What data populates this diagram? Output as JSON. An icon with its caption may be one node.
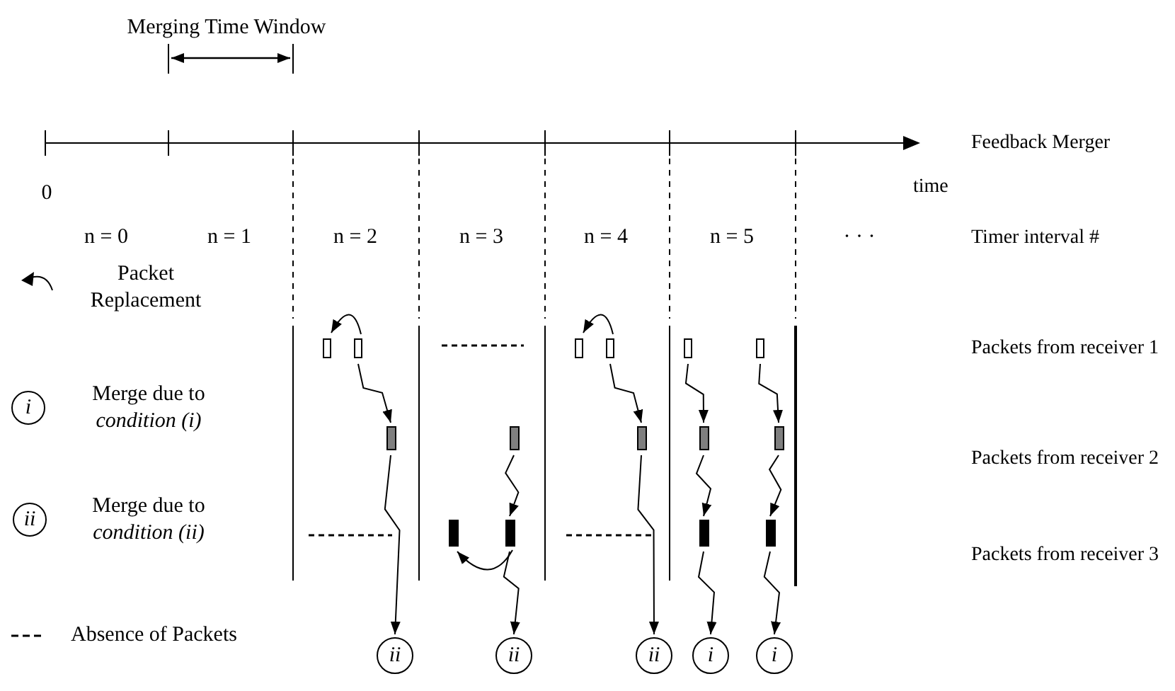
{
  "diagram": {
    "nodes": [
      {
        "text": [
          "i"
        ]
      },
      {
        "text": [
          "ii"
        ]
      },
      {
        "text": [],
        "shape": "box"
      },
      {
        "text": [],
        "shape": "box"
      },
      {
        "text": [],
        "shape": "box"
      },
      {
        "text": [],
        "shape": "box"
      },
      {
        "text": [],
        "shape": "box"
      },
      {
        "text": [],
        "shape": "box"
      },
      {
        "text": [],
        "shape": "box"
      },
      {
        "text": [],
        "shape": "box"
      },
      {
        "text": [],
        "shape": "box"
      },
      {
        "text": [],
        "shape": "box"
      },
      {
        "text": [],
        "shape": "box"
      },
      {
        "text": [],
        "shape": "box"
      },
      {
        "text": [],
        "shape": "box"
      },
      {
        "text": [],
        "shape": "box"
      },
      {
        "text": [],
        "shape": "box"
      },
      {
        "text": [
          "ii"
        ]
      },
      {
        "text": [
          "ii"
        ]
      },
      {
        "text": [
          "ii"
        ]
      },
      {
        "text": [
          "i"
        ]
      },
      {
        "text": [
          "i"
        ]
      }
    ],
    "edges": [
      {
        "from": 3,
        "to": 2,
        "arrow": "to"
      },
      {
        "from": 3,
        "to": 8,
        "arrow": "to"
      },
      {
        "from": 8,
        "to": 17,
        "arrow": "to"
      },
      {
        "from": 9,
        "to": 14,
        "arrow": "to"
      },
      {
        "from": 14,
        "to": 13,
        "arrow": "to"
      },
      {
        "from": 14,
        "to": 18,
        "arrow": "to"
      },
      {
        "from": 5,
        "to": 4,
        "arrow": "to"
      },
      {
        "from": 5,
        "to": 10,
        "arrow": "to"
      },
      {
        "from": 10,
        "to": 19,
        "arrow": "to"
      },
      {
        "from": 6,
        "to": 11,
        "arrow": "to"
      },
      {
        "from": 11,
        "to": 15,
        "arrow": "to"
      },
      {
        "from": 15,
        "to": 20,
        "arrow": "to"
      },
      {
        "from": 7,
        "to": 12,
        "arrow": "to"
      },
      {
        "from": 12,
        "to": 16,
        "arrow": "to"
      },
      {
        "from": 16,
        "to": 21,
        "arrow": "to"
      }
    ],
    "labels": [
      "Merging Time Window",
      "Feedback Merger",
      "0",
      "time",
      "n = 0",
      "n = 1",
      "n = 2",
      "n = 3",
      "n = 4",
      "n = 5",
      "· · ·",
      "Timer interval #",
      "Packets from receiver 1",
      "Packets from receiver 2",
      "Packets from receiver 3"
    ],
    "legend": [
      {
        "text": "Packet Replacement"
      },
      {
        "text": "Merge due to *condition (i)*"
      },
      {
        "text": "Merge due to *condition (ii)*"
      },
      {
        "text": "Absence of Packets"
      }
    ]
  }
}
